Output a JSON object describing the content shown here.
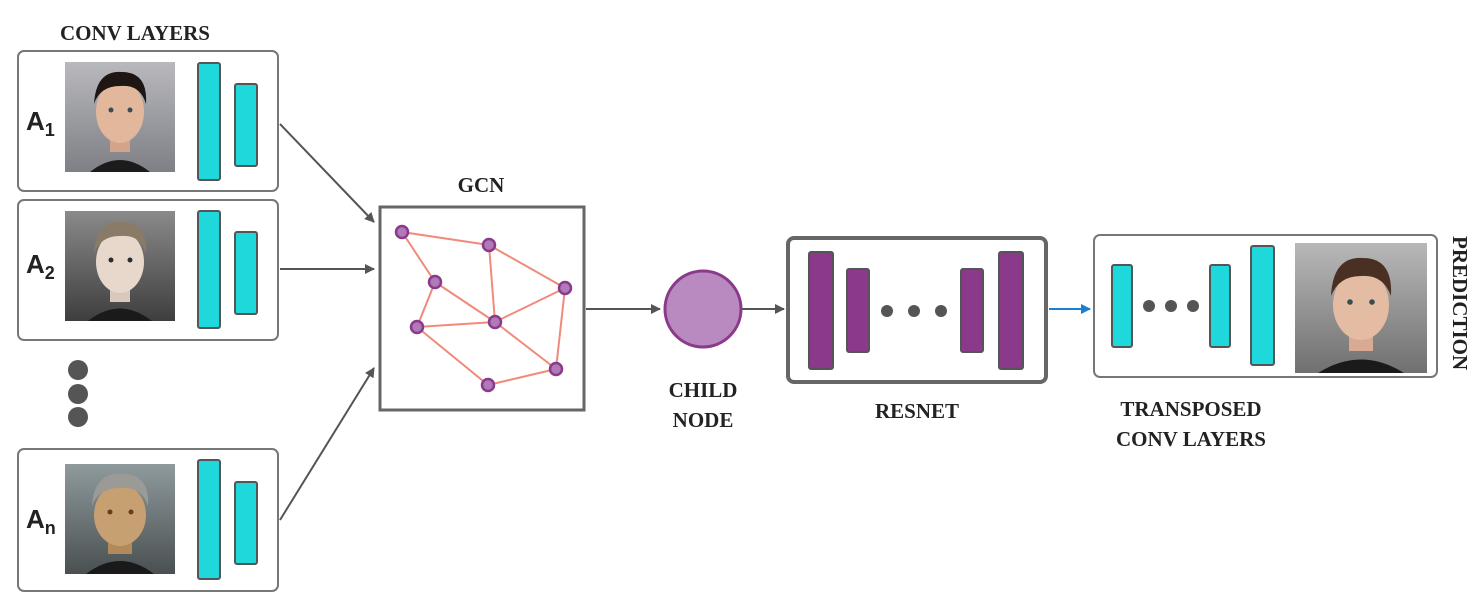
{
  "labels": {
    "conv_layers": "CONV LAYERS",
    "gcn": "GCN",
    "child_node_line1": "CHILD",
    "child_node_line2": "NODE",
    "resnet": "RESNET",
    "transposed_line1": "TRANSPOSED",
    "transposed_line2": "CONV LAYERS",
    "prediction": "PREDICTION"
  },
  "inputs": [
    {
      "letter": "A",
      "subscript": "1"
    },
    {
      "letter": "A",
      "subscript": "2"
    },
    {
      "letter": "A",
      "subscript": "n"
    }
  ],
  "colors": {
    "conv_block": "#1fd8dc",
    "resnet_block": "#8b3a8b",
    "gcn_node": "#a85ab0",
    "gcn_edge": "#f08a7a",
    "child_node": "#b98ac0",
    "blue_arrow": "#1b7fd1",
    "gray_arrow": "#555555"
  },
  "icons": {
    "faces": [
      "portrait-dark-hair",
      "portrait-light-hair",
      "portrait-gray-hair",
      "portrait-prediction"
    ],
    "ellipsis": "vertical-dots"
  }
}
